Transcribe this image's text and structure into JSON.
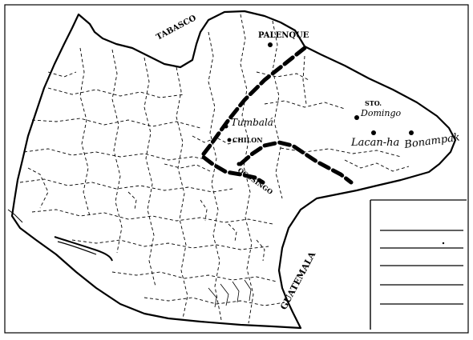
{
  "map": {
    "state_names": {
      "tabasco": "TABASCO",
      "guatemala": "GUATEMALA"
    },
    "places": {
      "palenque": "PALENQUE",
      "santo_domingo_line1": "STO.",
      "santo_domingo_line2": "Domingo",
      "tumbala": "Tumbalá",
      "chilon": "CHILON",
      "ocosingo": "OCOSINGO",
      "lacan_ha": "Lacan-ha",
      "bonampak": "Bonampak"
    },
    "legend": {
      "entries": [
        "",
        "",
        "",
        "",
        ""
      ]
    },
    "colors": {
      "ink": "#000000",
      "paper": "#ffffff"
    }
  }
}
